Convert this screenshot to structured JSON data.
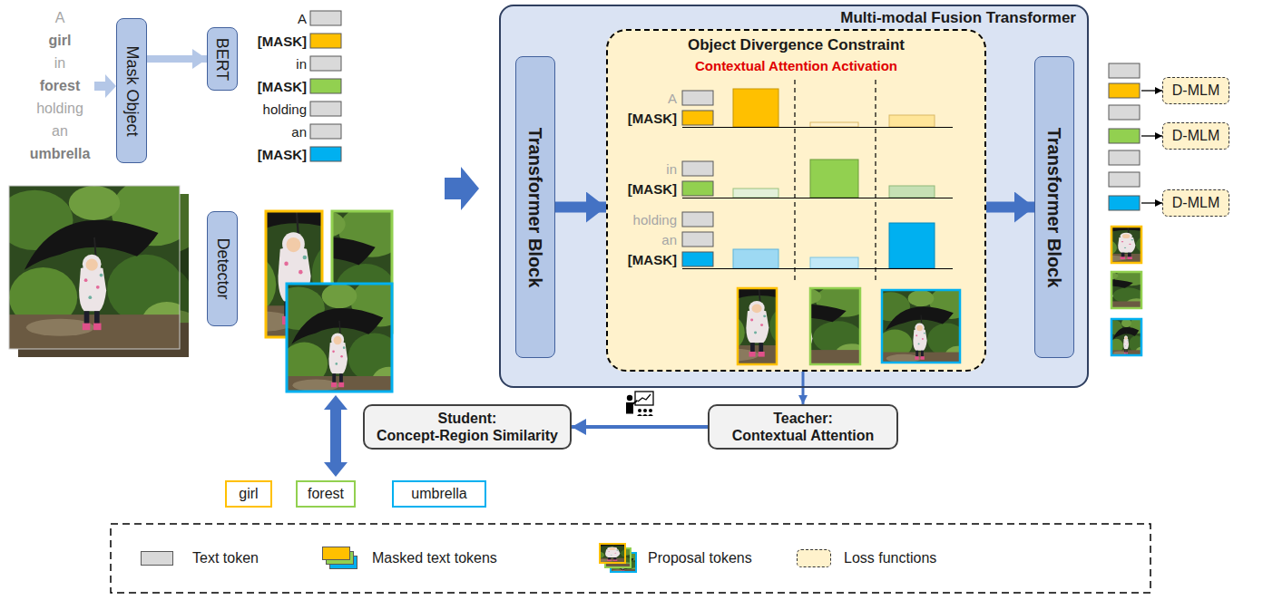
{
  "diagram": {
    "nodes": [
      {
        "text": [
          "Mask Object"
        ]
      },
      {
        "text": [
          "BERT"
        ]
      },
      {
        "text": [
          "Detector"
        ]
      },
      {
        "text": [
          "Multi-modal Fusion Transformer"
        ]
      },
      {
        "text": [
          "Transformer Block"
        ],
        "in": 3
      },
      {
        "text": [
          "Object Divergence Constraint",
          "Contextual Attention Activation"
        ],
        "in": 3
      },
      {
        "text": [
          "Transformer Block"
        ],
        "in": 3
      },
      {
        "text": [
          "D-MLM"
        ]
      },
      {
        "text": [
          "D-MLM"
        ]
      },
      {
        "text": [
          "D-MLM"
        ]
      },
      {
        "text": [
          "Student:",
          "Concept-Region Similarity"
        ]
      },
      {
        "text": [
          "Teacher:",
          "Contextual Attention"
        ]
      },
      {
        "text": [
          "girl"
        ]
      },
      {
        "text": [
          "forest"
        ]
      },
      {
        "text": [
          "umbrella"
        ]
      }
    ],
    "edges": [
      {
        "from": 0,
        "to": 1,
        "arrow": "to"
      },
      {
        "from": 4,
        "to": 5,
        "arrow": "to"
      },
      {
        "from": 5,
        "to": 6,
        "arrow": "to"
      },
      {
        "from": 5,
        "to": 11,
        "arrow": "to"
      },
      {
        "from": 11,
        "to": 10,
        "arrow": "to"
      }
    ],
    "labels": [
      "A",
      "girl",
      "in",
      "forest",
      "holding",
      "an",
      "umbrella",
      "A",
      "[MASK]",
      "in",
      "[MASK]",
      "holding",
      "an",
      "[MASK]",
      "A",
      "[MASK]",
      "in",
      "[MASK]",
      "holding",
      "an",
      "[MASK]"
    ],
    "legend": [
      {
        "text": "Text token",
        "color": "#d9d9d9"
      },
      {
        "text": "Masked text tokens"
      },
      {
        "text": "Proposal tokens"
      },
      {
        "text": "Loss functions",
        "color": "#fff2cc"
      }
    ]
  }
}
